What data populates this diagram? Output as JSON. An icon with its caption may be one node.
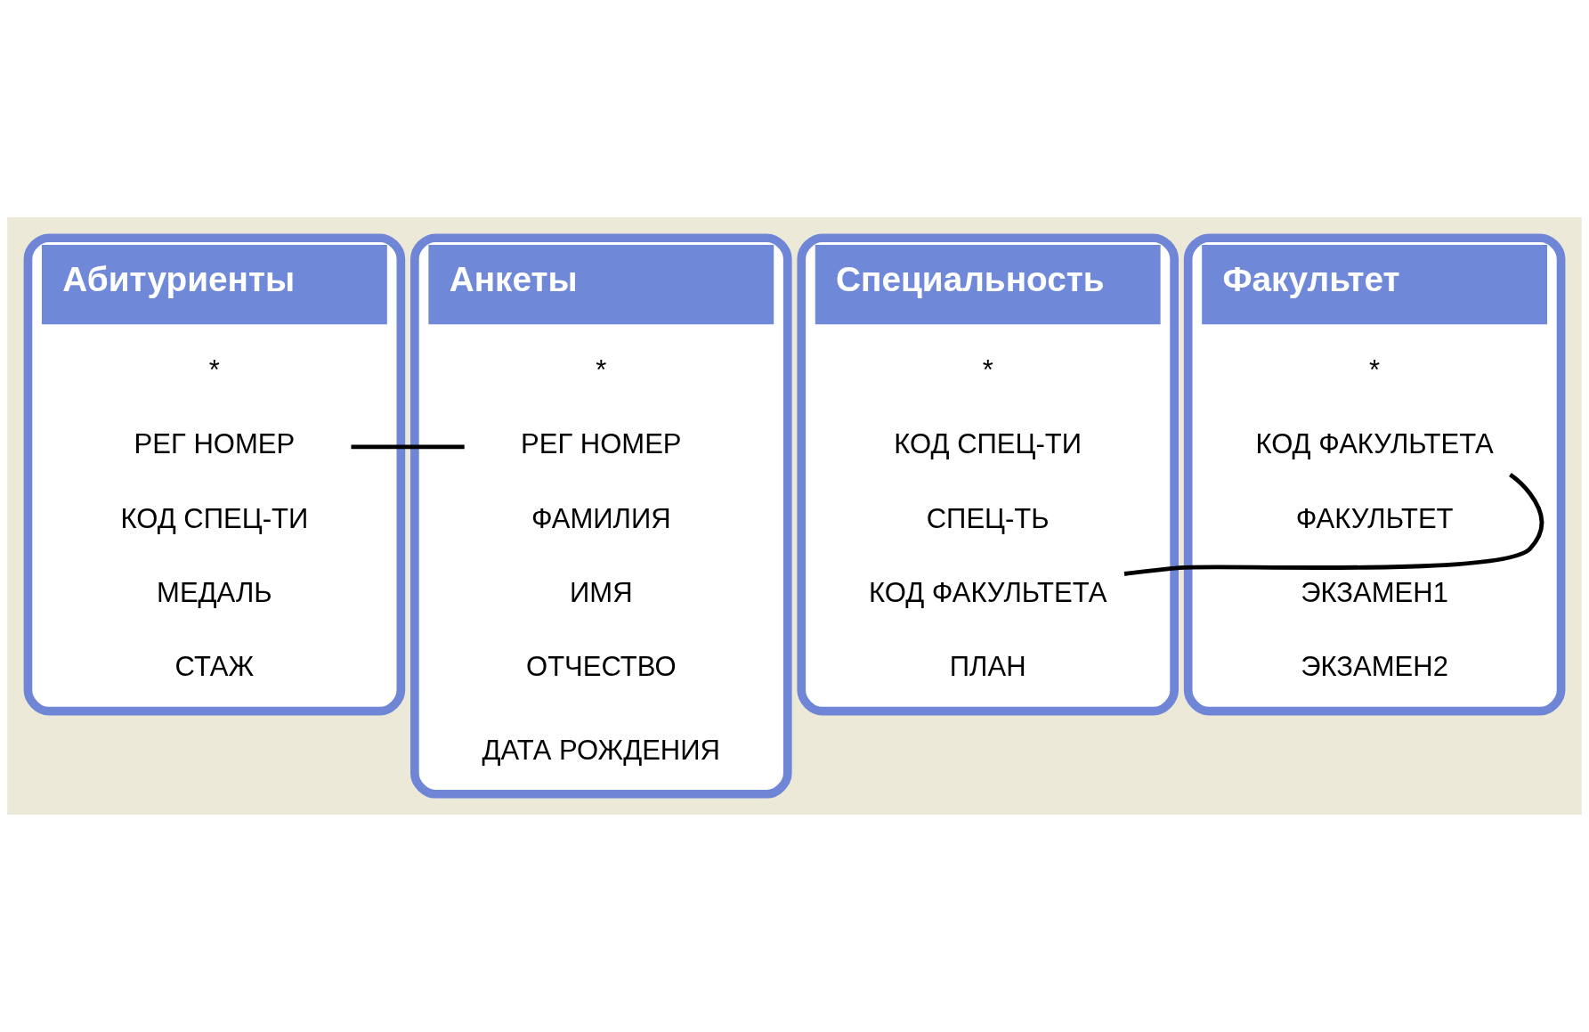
{
  "diagram": {
    "nodes": [
      {
        "text": [
          "Абитуриенты"
        ]
      },
      {
        "text": [
          "*"
        ],
        "in": 0
      },
      {
        "text": [
          "РЕГ НОМЕР"
        ],
        "in": 0
      },
      {
        "text": [
          "КОД СПЕЦ-ТИ"
        ],
        "in": 0
      },
      {
        "text": [
          "МЕДАЛЬ"
        ],
        "in": 0
      },
      {
        "text": [
          "СТАЖ"
        ],
        "in": 0
      },
      {
        "text": [
          "Анкеты"
        ]
      },
      {
        "text": [
          "*"
        ],
        "in": 6
      },
      {
        "text": [
          "РЕГ НОМЕР"
        ],
        "in": 6
      },
      {
        "text": [
          "ФАМИЛИЯ"
        ],
        "in": 6
      },
      {
        "text": [
          "ИМЯ"
        ],
        "in": 6
      },
      {
        "text": [
          "ОТЧЕСТВО"
        ],
        "in": 6
      },
      {
        "text": [
          "ДАТА РОЖДЕНИЯ"
        ],
        "in": 6
      },
      {
        "text": [
          "Специальность"
        ]
      },
      {
        "text": [
          "*"
        ],
        "in": 13
      },
      {
        "text": [
          "КОД СПЕЦ-ТИ"
        ],
        "in": 13
      },
      {
        "text": [
          "СПЕЦ-ТЬ"
        ],
        "in": 13
      },
      {
        "text": [
          "КОД ФАКУЛЬТЕТА"
        ],
        "in": 13
      },
      {
        "text": [
          "ПЛАН"
        ],
        "in": 13
      },
      {
        "text": [
          "Факультет"
        ]
      },
      {
        "text": [
          "*"
        ],
        "in": 19
      },
      {
        "text": [
          "КОД ФАКУЛЬТЕТА"
        ],
        "in": 19
      },
      {
        "text": [
          "ФАКУЛЬТЕТ"
        ],
        "in": 19
      },
      {
        "text": [
          "ЭКЗАМЕН1"
        ],
        "in": 19
      },
      {
        "text": [
          "ЭКЗАМЕН2"
        ],
        "in": 19
      }
    ],
    "edges": [
      {
        "from": 2,
        "to": 8,
        "arrow": "none"
      },
      {
        "from": 17,
        "to": 21,
        "arrow": "none"
      }
    ]
  }
}
